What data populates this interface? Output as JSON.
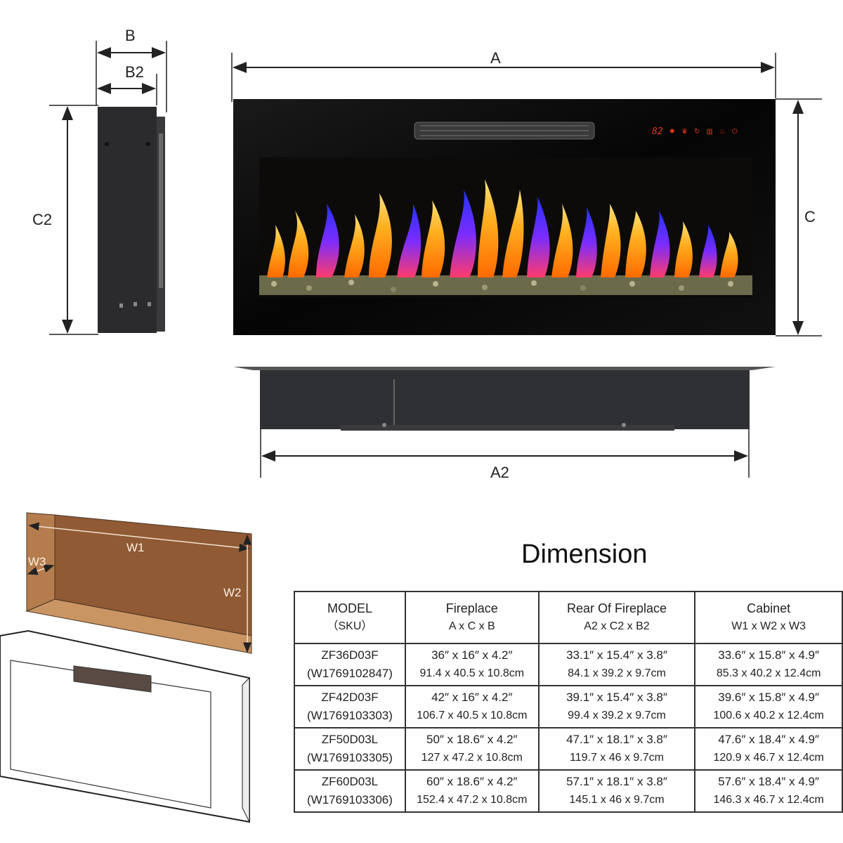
{
  "labels": {
    "A": "A",
    "A2": "A2",
    "B": "B",
    "B2": "B2",
    "C": "C",
    "C2": "C2",
    "W1": "W1",
    "W2": "W2",
    "W3": "W3"
  },
  "control_panel": {
    "display_value": "82",
    "icons": [
      "heat-icon",
      "flame-color-icon",
      "timer-icon",
      "brightness-icon",
      "flame-speed-icon",
      "power-icon"
    ],
    "led_color": "#e8341f"
  },
  "colors": {
    "cabinet_back": "#8f5a34",
    "cabinet_side": "#b57d4d",
    "cabinet_floor": "#c99563",
    "glass": "#050505",
    "metal": "#2b2b2d"
  },
  "section_title": "Dimension",
  "table": {
    "headers": [
      {
        "line1": "MODEL",
        "line2": "（SKU）"
      },
      {
        "line1": "Fireplace",
        "line2": "A x C x B"
      },
      {
        "line1": "Rear Of Fireplace",
        "line2": "A2 x C2 x B2"
      },
      {
        "line1": "Cabinet",
        "line2": "W1 x W2 x W3"
      }
    ],
    "rows": [
      {
        "model": "ZF36D03F",
        "sku": "(W1769102847)",
        "fireplace_in": "36″ x 16″ x 4.2″",
        "fireplace_cm": "91.4 x 40.5 x 10.8cm",
        "rear_in": "33.1″ x 15.4″ x 3.8″",
        "rear_cm": "84.1 x 39.2 x 9.7cm",
        "cabinet_in": "33.6″ x 15.8″ x 4.9″",
        "cabinet_cm": "85.3 x 40.2 x 12.4cm"
      },
      {
        "model": "ZF42D03F",
        "sku": "(W1769103303)",
        "fireplace_in": "42″ x 16″ x 4.2″",
        "fireplace_cm": "106.7 x 40.5 x 10.8cm",
        "rear_in": "39.1″ x 15.4″ x 3.8″",
        "rear_cm": "99.4 x 39.2 x 9.7cm",
        "cabinet_in": "39.6″ x 15.8″ x 4.9″",
        "cabinet_cm": "100.6 x 40.2 x 12.4cm"
      },
      {
        "model": "ZF50D03L",
        "sku": "(W1769103305)",
        "fireplace_in": "50″ x 18.6″ x 4.2″",
        "fireplace_cm": "127 x 47.2 x 10.8cm",
        "rear_in": "47.1″ x 18.1″ x 3.8″",
        "rear_cm": "119.7 x 46 x 9.7cm",
        "cabinet_in": "47.6″ x 18.4″ x 4.9″",
        "cabinet_cm": "120.9 x 46.7 x 12.4cm"
      },
      {
        "model": "ZF60D03L",
        "sku": "(W1769103306)",
        "fireplace_in": "60″ x 18.6″ x 4.2″",
        "fireplace_cm": "152.4 x 47.2 x 10.8cm",
        "rear_in": "57.1″ x 18.1″ x 3.8″",
        "rear_cm": "145.1 x 46 x 9.7cm",
        "cabinet_in": "57.6″ x 18.4″ x 4.9″",
        "cabinet_cm": "146.3 x 46.7 x 12.4cm"
      }
    ]
  }
}
